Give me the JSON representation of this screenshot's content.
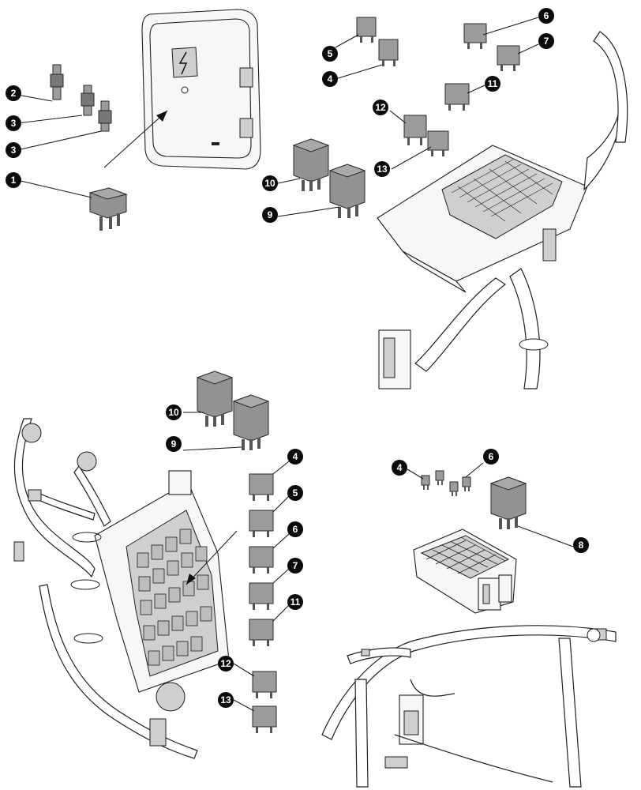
{
  "callouts": {
    "c1": "1",
    "c2": "2",
    "c3a": "3",
    "c3b": "3",
    "c5_tr": "5",
    "c4_tr": "4",
    "c6_tr": "6",
    "c7_tr": "7",
    "c11_tr": "11",
    "c12_tr": "12",
    "c13_tr": "13",
    "c10_tr": "10",
    "c9_tr": "9",
    "c10_bl": "10",
    "c9_bl": "9",
    "c4_bl": "4",
    "c5_bl": "5",
    "c6_bl": "6",
    "c7_bl": "7",
    "c11_bl": "11",
    "c12_bl": "12",
    "c13_bl": "13",
    "c4_br": "4",
    "c6_br": "6",
    "c8_br": "8"
  }
}
